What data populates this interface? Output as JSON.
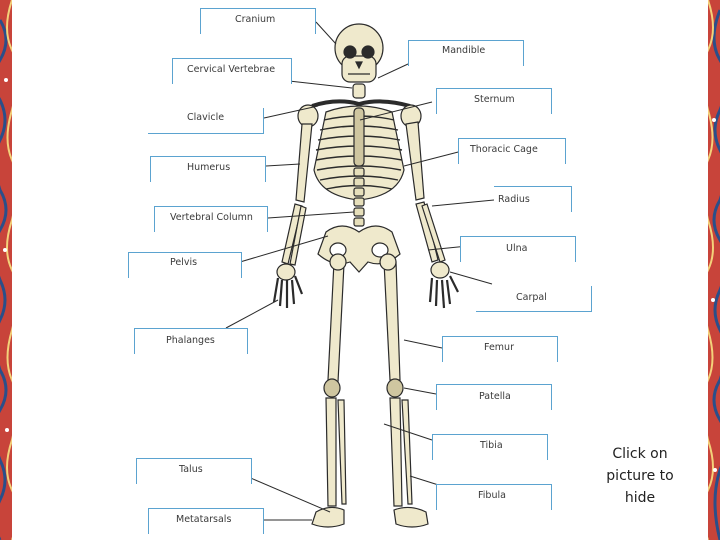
{
  "labels": {
    "cranium": "Cranium",
    "mandible": "Mandible",
    "cervical_vertebrae": "Cervical Vertebrae",
    "sternum": "Sternum",
    "clavicle": "Clavicle",
    "thoracic_cage": "Thoracic Cage",
    "humerus": "Humerus",
    "radius": "Radius",
    "vertebral_column": "Vertebral Column",
    "ulna": "Ulna",
    "pelvis": "Pelvis",
    "carpal": "Carpal",
    "phalanges": "Phalanges",
    "femur": "Femur",
    "patella": "Patella",
    "tibia": "Tibia",
    "talus": "Talus",
    "fibula": "Fibula",
    "metatarsals": "Metatarsals"
  },
  "hint": "Click on picture to hide",
  "colors": {
    "bone": "#efe9cc",
    "bone_shade": "#cfc6a0",
    "outline": "#2b2b2b",
    "label_border": "#5ba3d0",
    "border_pattern": "#c8443a"
  }
}
